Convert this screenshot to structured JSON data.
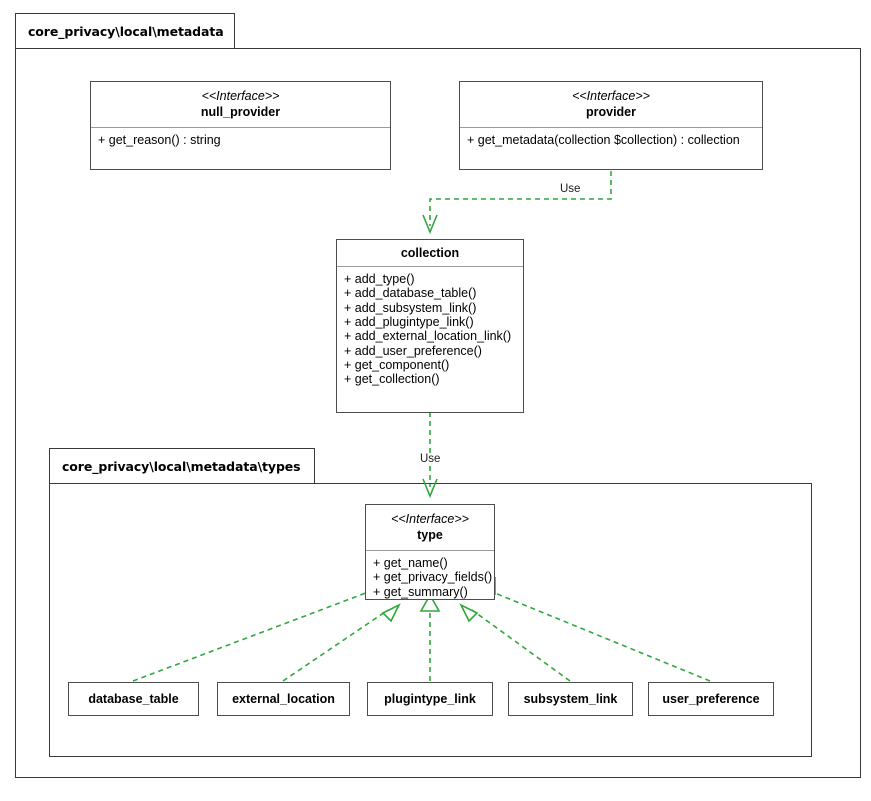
{
  "diagram": {
    "type": "uml-class-diagram",
    "accent_color": "#2fa83c",
    "line_color": "#4d4d4d",
    "background": "#ffffff"
  },
  "packages": [
    {
      "id": "pkg-outer",
      "label": "core_privacy\\local\\metadata"
    },
    {
      "id": "pkg-types",
      "label": "core_privacy\\local\\metadata\\types"
    }
  ],
  "classes": [
    {
      "id": "null_provider",
      "stereotype": "<<Interface>>",
      "name": "null_provider",
      "members": [
        "+ get_reason() : string"
      ]
    },
    {
      "id": "provider",
      "stereotype": "<<Interface>>",
      "name": "provider",
      "members": [
        "+ get_metadata(collection $collection) : collection"
      ]
    },
    {
      "id": "collection",
      "stereotype": "",
      "name": "collection",
      "members": [
        "+ add_type()",
        "+ add_database_table()",
        "+ add_subsystem_link()",
        "+ add_plugintype_link()",
        "+ add_external_location_link()",
        "+ add_user_preference()",
        "+ get_component()",
        "+ get_collection()"
      ]
    },
    {
      "id": "type",
      "stereotype": "<<Interface>>",
      "name": "type",
      "members": [
        "+ get_name()",
        "+ get_privacy_fields()",
        "+ get_summary()"
      ]
    }
  ],
  "leaf_classes": [
    {
      "id": "database_table",
      "name": "database_table"
    },
    {
      "id": "external_location",
      "name": "external_location"
    },
    {
      "id": "plugintype_link",
      "name": "plugintype_link"
    },
    {
      "id": "subsystem_link",
      "name": "subsystem_link"
    },
    {
      "id": "user_preference",
      "name": "user_preference"
    }
  ],
  "relations": [
    {
      "id": "rel-provider-collection",
      "kind": "dependency",
      "from": "provider",
      "to": "collection",
      "label": "Use"
    },
    {
      "id": "rel-collection-type",
      "kind": "dependency",
      "from": "collection",
      "to": "type",
      "label": "Use"
    },
    {
      "id": "rel-database-table",
      "kind": "realization",
      "from": "database_table",
      "to": "type",
      "label": ""
    },
    {
      "id": "rel-external-location",
      "kind": "realization",
      "from": "external_location",
      "to": "type",
      "label": ""
    },
    {
      "id": "rel-plugintype-link",
      "kind": "realization",
      "from": "plugintype_link",
      "to": "type",
      "label": ""
    },
    {
      "id": "rel-subsystem-link",
      "kind": "realization",
      "from": "subsystem_link",
      "to": "type",
      "label": ""
    },
    {
      "id": "rel-user-preference",
      "kind": "realization",
      "from": "user_preference",
      "to": "type",
      "label": ""
    }
  ]
}
